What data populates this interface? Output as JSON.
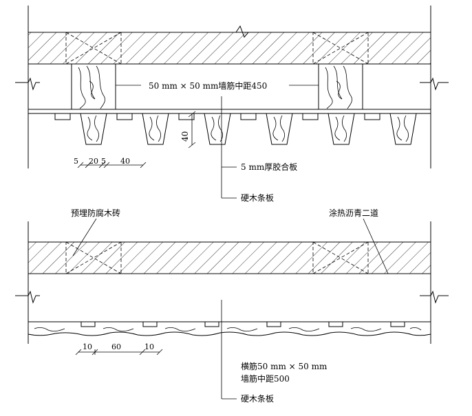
{
  "upper_section": {
    "joist_label": "50 mm × 50 mm墙筋中距450",
    "plywood_label": "5 mm厚胶合板",
    "floor_label": "硬木条板",
    "dim_height": "40",
    "dims": [
      "5",
      "20",
      "5",
      "40"
    ]
  },
  "lower_section": {
    "left_label": "预埋防腐木砖",
    "right_label": "涂热沥青二道",
    "joist_label_line1": "横筋50 mm × 50 mm",
    "joist_label_line2": "墙筋中距500",
    "floor_label": "硬木条板",
    "dims": [
      "10",
      "60",
      "10"
    ]
  }
}
